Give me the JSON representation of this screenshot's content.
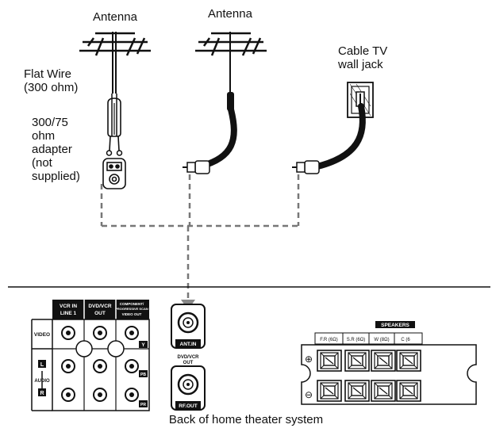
{
  "labels": {
    "antenna_left": "Antenna",
    "antenna_right": "Antenna",
    "cable_jack_line1": "Cable TV",
    "cable_jack_line2": "wall jack",
    "flat_wire_line1": "Flat Wire",
    "flat_wire_line2": "(300 ohm)",
    "adapter_line1": "300/75",
    "adapter_line2": "ohm",
    "adapter_line3": "adapter",
    "adapter_line4": "(not",
    "adapter_line5": "supplied)",
    "caption": "Back of home theater system"
  },
  "panel": {
    "col1": [
      "VCR IN",
      "LINE 1"
    ],
    "col2": [
      "DVD/VCR",
      "OUT"
    ],
    "col3": [
      "COMPONENT/",
      "PROGRESSIVE SCAN",
      "VIDEO OUT"
    ],
    "row_video": "VIDEO",
    "row_audio": "AUDIO",
    "audio_l": "L",
    "audio_r": "R",
    "comp_y": "Y",
    "comp_pb": "PB",
    "comp_pr": "PR",
    "ant_in": "ANT.IN",
    "dvdvcr_out": [
      "DVD/VCR",
      "OUT"
    ],
    "rf_out": "RF.OUT"
  },
  "speakers": {
    "title": "SPEAKERS",
    "channels": [
      "F.R (6Ω)",
      "S.R (6Ω)",
      "W (8Ω)",
      "C (6"
    ],
    "plus": "⊕",
    "minus": "⊖"
  }
}
